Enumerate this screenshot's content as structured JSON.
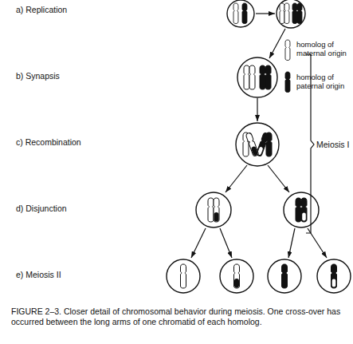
{
  "diagram": {
    "caption": "FIGURE 2–3. Closer detail of chromosomal behavior during meiosis. One cross-over has occurred between the long arms of one chromatid of each homolog.",
    "labels": [
      "a) Replication",
      "b) Synapsis",
      "c) Recombination",
      "d) Disjunction",
      "e) Meiosis II",
      "Meiosis I"
    ],
    "legend": [
      {
        "text": "homolog of maternal origin"
      },
      {
        "text": "homolog of paternal origin"
      }
    ]
  }
}
